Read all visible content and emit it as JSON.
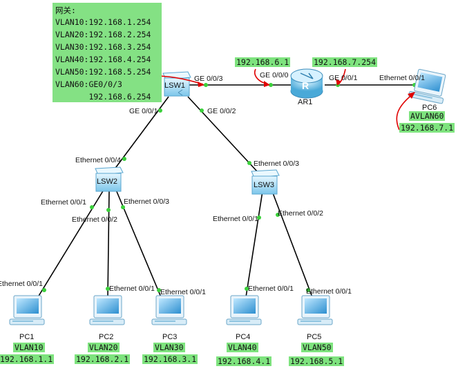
{
  "gateway": {
    "title": "网关:",
    "lines": [
      "VLAN10:192.168.1.254",
      "VLAN20:192.168.2.254",
      "VLAN30:192.168.3.254",
      "VLAN40:192.168.4.254",
      "VLAN50:192.168.5.254",
      "VLAN60:GE0/0/3",
      "       192.168.6.254"
    ]
  },
  "devices": {
    "lsw1": "LSW1",
    "lsw2": "LSW2",
    "lsw3": "LSW3",
    "ar1": "AR1",
    "pc1": "PC1",
    "pc2": "PC2",
    "pc3": "PC3",
    "pc4": "PC4",
    "pc5": "PC5",
    "pc6": "PC6"
  },
  "ports": {
    "lsw1_ge003": "GE 0/0/3",
    "lsw1_ge001": "GE 0/0/1",
    "lsw1_ge002": "GE 0/0/2",
    "ar1_ge000": "GE 0/0/0",
    "ar1_ge001": "GE 0/0/1",
    "pc6_eth": "Ethernet 0/0/1",
    "lsw2_up": "Ethernet 0/0/4",
    "lsw3_up": "Ethernet 0/0/3",
    "lsw2_e1": "Ethernet 0/0/1",
    "lsw2_e2": "Ethernet 0/0/2",
    "lsw2_e3": "Ethernet 0/0/3",
    "lsw3_e1": "Ethernet 0/0/1",
    "lsw3_e2": "Ethernet 0/0/2",
    "pc1_eth": "Ethernet 0/0/1",
    "pc2_eth": "Ethernet 0/0/1",
    "pc3_eth": "Ethernet 0/0/1",
    "pc4_eth": "Ethernet 0/0/1",
    "pc5_eth": "Ethernet 0/0/1"
  },
  "links": {
    "ar1_left_ip": "192.168.6.1",
    "ar1_right_ip": "192.168.7.254"
  },
  "pcs": {
    "pc1": {
      "vlan": "VLAN10",
      "ip": "192.168.1.1"
    },
    "pc2": {
      "vlan": "VLAN20",
      "ip": "192.168.2.1"
    },
    "pc3": {
      "vlan": "VLAN30",
      "ip": "192.168.3.1"
    },
    "pc4": {
      "vlan": "VLAN40",
      "ip": "192.168.4.1"
    },
    "pc5": {
      "vlan": "VLAN50",
      "ip": "192.168.5.1"
    },
    "pc6": {
      "vlan": "AVLAN60",
      "ip": "192.168.7.1"
    }
  },
  "colors": {
    "label_bg": "#7ee37e",
    "annotation_red": "#e00000",
    "link_green_dot": "#3bd13b",
    "device_blue": "#8fd0f0"
  }
}
